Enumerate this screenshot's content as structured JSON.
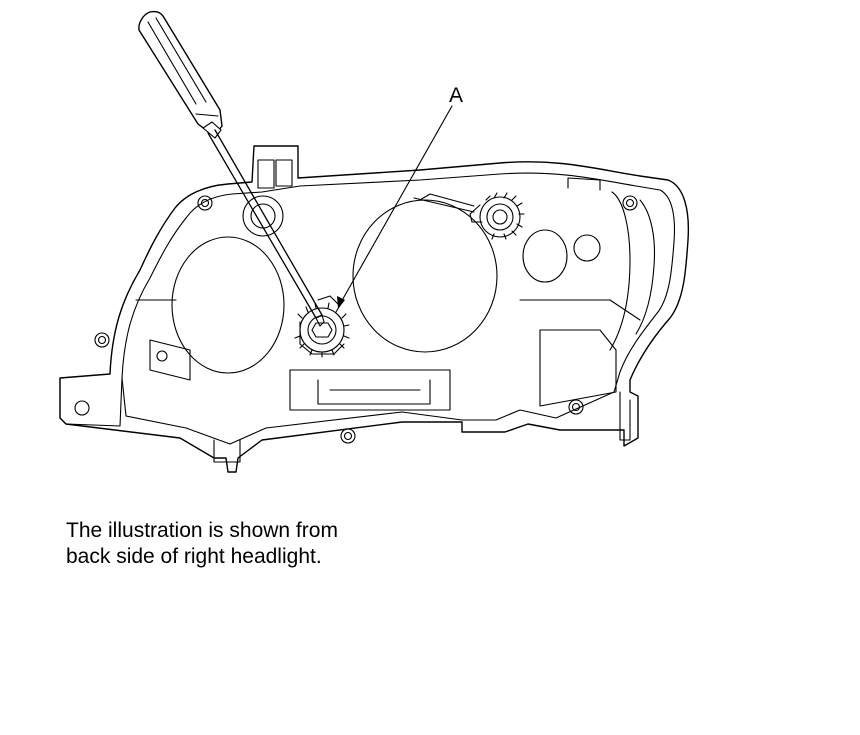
{
  "figure": {
    "callout_label": "A",
    "caption_lines": [
      "The illustration is shown from",
      "back side of right headlight."
    ]
  },
  "colors": {
    "line": "#000000",
    "background": "#ffffff",
    "text": "#000000"
  }
}
